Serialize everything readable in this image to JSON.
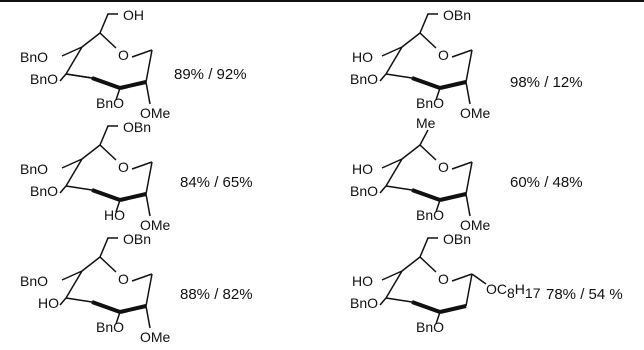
{
  "entries": [
    {
      "yield": "89% / 92%",
      "labels": {
        "top": "OH",
        "upper_left": "BnO",
        "mid_left": "BnO",
        "low_mid": "BnO",
        "anomeric": "OMe",
        "ring_o": "O"
      }
    },
    {
      "yield": "98% / 12%",
      "labels": {
        "top": "OBn",
        "upper_left": "HO",
        "mid_left": "BnO",
        "low_mid": "BnO",
        "anomeric": "OMe",
        "ring_o": "O"
      }
    },
    {
      "yield": "84% / 65%",
      "labels": {
        "top": "OBn",
        "upper_left": "BnO",
        "mid_left": "BnO",
        "low_mid": "HO",
        "anomeric": "OMe",
        "ring_o": "O"
      }
    },
    {
      "yield": "60% / 48%",
      "labels": {
        "top": "Me",
        "upper_left": "HO",
        "mid_left": "BnO",
        "low_mid": "BnO",
        "anomeric": "OMe",
        "ring_o": "O"
      }
    },
    {
      "yield": "88% / 82%",
      "labels": {
        "top": "OBn",
        "upper_left": "BnO",
        "mid_left": "HO",
        "low_mid": "BnO",
        "anomeric": "OMe",
        "ring_o": "O"
      }
    },
    {
      "yield": "78% / 54 %",
      "labels": {
        "top": "OBn",
        "upper_left": "HO",
        "mid_left": "BnO",
        "low_mid": "BnO",
        "anomeric_main": "OC",
        "anomeric_sub1": "8",
        "anomeric_mid": "H",
        "anomeric_sub2": "17",
        "ring_o": "O"
      }
    }
  ]
}
